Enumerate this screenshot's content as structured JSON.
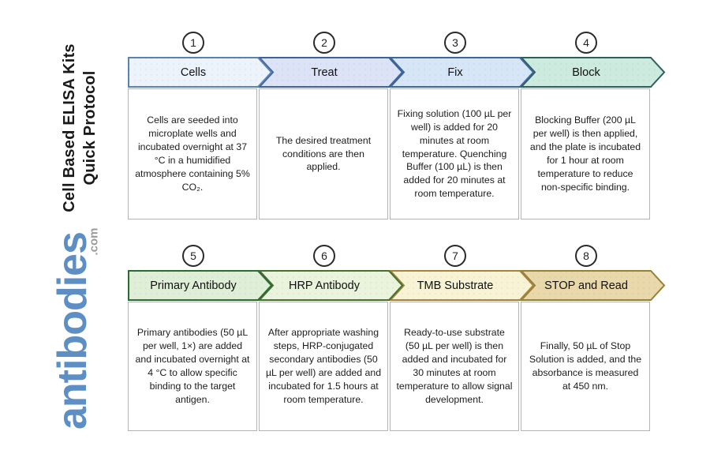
{
  "sidebar": {
    "title_line1": "Cell Based ELISA Kits",
    "title_line2": "Quick Protocol",
    "logo_text": "antibodies",
    "logo_suffix": ".com",
    "logo_color": "#5d8fc4",
    "logo_suffix_color": "#9b9b9b"
  },
  "steps": [
    {
      "number": "1",
      "label": "Cells",
      "description": "Cells are seeded into microplate wells and incubated overnight at 37 °C in a humidified atmosphere containing 5% CO₂.",
      "fill": "#edf3fa",
      "stroke": "#5c83ae"
    },
    {
      "number": "2",
      "label": "Treat",
      "description": "The desired treatment conditions are then applied.",
      "fill": "#dce3f6",
      "stroke": "#41619b"
    },
    {
      "number": "3",
      "label": "Fix",
      "description": "Fixing solution (100 µL per well) is added for 20 minutes at room temperature. Quenching Buffer (100 µL) is then added for 20 minutes at room temperature.",
      "fill": "#d6e6f7",
      "stroke": "#3b6896"
    },
    {
      "number": "4",
      "label": "Block",
      "description": "Blocking Buffer (200 µL per well) is then applied, and the plate is incubated for 1 hour at room temperature to reduce non-specific binding.",
      "fill": "#cceade",
      "stroke": "#2f5f5a"
    },
    {
      "number": "5",
      "label": "Primary Antibody",
      "description": "Primary antibodies (50 µL per well, 1×) are added and incubated overnight at 4 °C to allow specific binding to the target antigen.",
      "fill": "#dfefd7",
      "stroke": "#2f6a33"
    },
    {
      "number": "6",
      "label": "HRP Antibody",
      "description": "After appropriate washing steps, HRP-conjugated secondary antibodies (50 µL per well) are added and incubated for 1.5 hours at room temperature.",
      "fill": "#eaf3db",
      "stroke": "#46702f"
    },
    {
      "number": "7",
      "label": "TMB Substrate",
      "description": "Ready-to-use substrate (50 µL per well) is then added and incubated for 30 minutes at room temperature to allow signal development.",
      "fill": "#f7f3d4",
      "stroke": "#a5843b"
    },
    {
      "number": "8",
      "label": "STOP and Read",
      "description": "Finally, 50 µL of Stop Solution is added, and the absorbance is measured at 450 nm.",
      "fill": "#e9d8a9",
      "stroke": "#97803a"
    }
  ]
}
